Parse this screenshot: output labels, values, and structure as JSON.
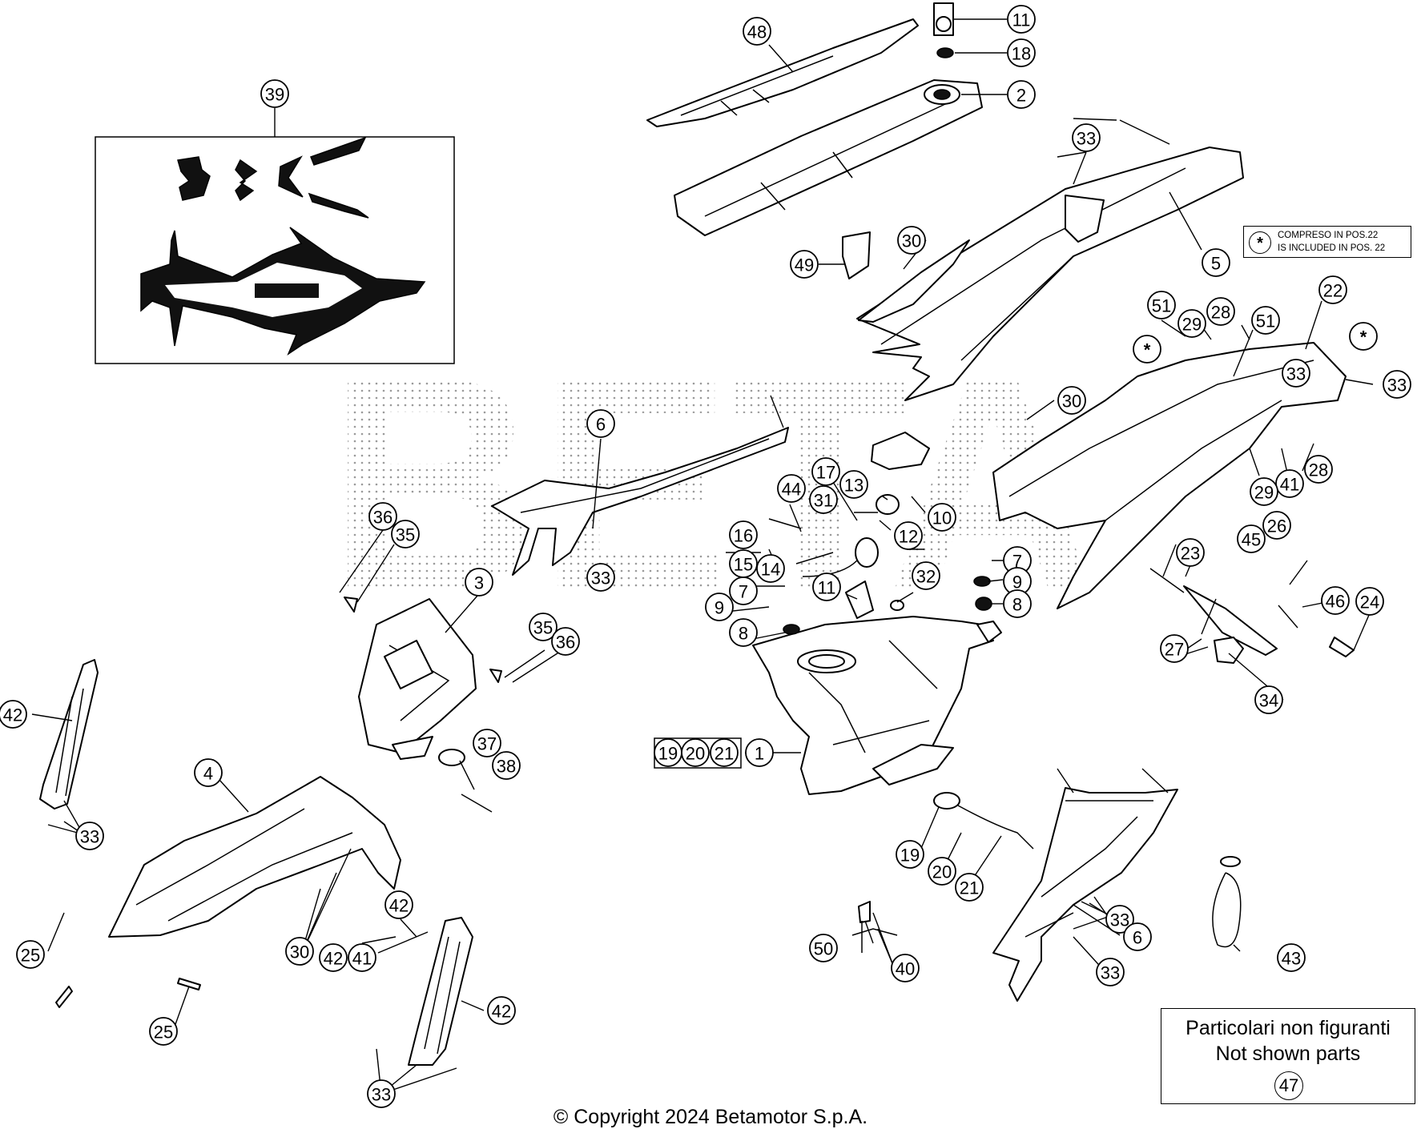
{
  "diagram": {
    "copyright": "© Copyright 2024 Betamotor S.p.A.",
    "watermark_text": "BETA",
    "note": {
      "symbol": "*",
      "line_it": "COMPRESO IN POS.22",
      "line_en": "IS INCLUDED IN POS. 22"
    },
    "not_shown": {
      "label_it": "Particolari non figuranti",
      "label_en": "Not shown parts",
      "part": "47"
    },
    "callouts": [
      {
        "key": "c11a",
        "num": "11"
      },
      {
        "key": "c18",
        "num": "18"
      },
      {
        "key": "c2",
        "num": "2"
      },
      {
        "key": "c48",
        "num": "48"
      },
      {
        "key": "c39",
        "num": "39"
      },
      {
        "key": "c33a",
        "num": "33"
      },
      {
        "key": "c5",
        "num": "5"
      },
      {
        "key": "c30a",
        "num": "30"
      },
      {
        "key": "c49",
        "num": "49"
      },
      {
        "key": "c51a",
        "num": "51"
      },
      {
        "key": "c29a",
        "num": "29"
      },
      {
        "key": "c28a",
        "num": "28"
      },
      {
        "key": "c51b",
        "num": "51"
      },
      {
        "key": "c22",
        "num": "22"
      },
      {
        "key": "c33b",
        "num": "33"
      },
      {
        "key": "c30b",
        "num": "30"
      },
      {
        "key": "c33c",
        "num": "33"
      },
      {
        "key": "c41a",
        "num": "41"
      },
      {
        "key": "c28b",
        "num": "28"
      },
      {
        "key": "c29b",
        "num": "29"
      },
      {
        "key": "c6a",
        "num": "6"
      },
      {
        "key": "c33d",
        "num": "33"
      },
      {
        "key": "c17",
        "num": "17"
      },
      {
        "key": "c13",
        "num": "13"
      },
      {
        "key": "c44",
        "num": "44"
      },
      {
        "key": "c31",
        "num": "31"
      },
      {
        "key": "c10",
        "num": "10"
      },
      {
        "key": "c12",
        "num": "12"
      },
      {
        "key": "c16",
        "num": "16"
      },
      {
        "key": "c15",
        "num": "15"
      },
      {
        "key": "c14",
        "num": "14"
      },
      {
        "key": "c7a",
        "num": "7"
      },
      {
        "key": "c9a",
        "num": "9"
      },
      {
        "key": "c8a",
        "num": "8"
      },
      {
        "key": "c11b",
        "num": "11"
      },
      {
        "key": "c32",
        "num": "32"
      },
      {
        "key": "c7b",
        "num": "7"
      },
      {
        "key": "c9b",
        "num": "9"
      },
      {
        "key": "c8b",
        "num": "8"
      },
      {
        "key": "c36a",
        "num": "36"
      },
      {
        "key": "c35a",
        "num": "35"
      },
      {
        "key": "c3",
        "num": "3"
      },
      {
        "key": "c35b",
        "num": "35"
      },
      {
        "key": "c36b",
        "num": "36"
      },
      {
        "key": "c37",
        "num": "37"
      },
      {
        "key": "c38",
        "num": "38"
      },
      {
        "key": "c42a",
        "num": "42"
      },
      {
        "key": "c4",
        "num": "4"
      },
      {
        "key": "c33e",
        "num": "33"
      },
      {
        "key": "c25a",
        "num": "25"
      },
      {
        "key": "c30c",
        "num": "30"
      },
      {
        "key": "c42b",
        "num": "42"
      },
      {
        "key": "c41b",
        "num": "41"
      },
      {
        "key": "c42c",
        "num": "42"
      },
      {
        "key": "c42d",
        "num": "42"
      },
      {
        "key": "c25b",
        "num": "25"
      },
      {
        "key": "c33f",
        "num": "33"
      },
      {
        "key": "c19a",
        "num": "19"
      },
      {
        "key": "c20a",
        "num": "20"
      },
      {
        "key": "c21a",
        "num": "21"
      },
      {
        "key": "c1",
        "num": "1"
      },
      {
        "key": "c19b",
        "num": "19"
      },
      {
        "key": "c20b",
        "num": "20"
      },
      {
        "key": "c21b",
        "num": "21"
      },
      {
        "key": "c50",
        "num": "50"
      },
      {
        "key": "c40",
        "num": "40"
      },
      {
        "key": "c33g",
        "num": "33"
      },
      {
        "key": "c6b",
        "num": "6"
      },
      {
        "key": "c33h",
        "num": "33"
      },
      {
        "key": "c43",
        "num": "43"
      },
      {
        "key": "c23",
        "num": "23"
      },
      {
        "key": "c45",
        "num": "45"
      },
      {
        "key": "c26",
        "num": "26"
      },
      {
        "key": "c46",
        "num": "46"
      },
      {
        "key": "c24",
        "num": "24"
      },
      {
        "key": "c27",
        "num": "27"
      },
      {
        "key": "c34",
        "num": "34"
      },
      {
        "key": "c22star",
        "num": "*"
      },
      {
        "key": "c22star2",
        "num": "*"
      }
    ]
  }
}
